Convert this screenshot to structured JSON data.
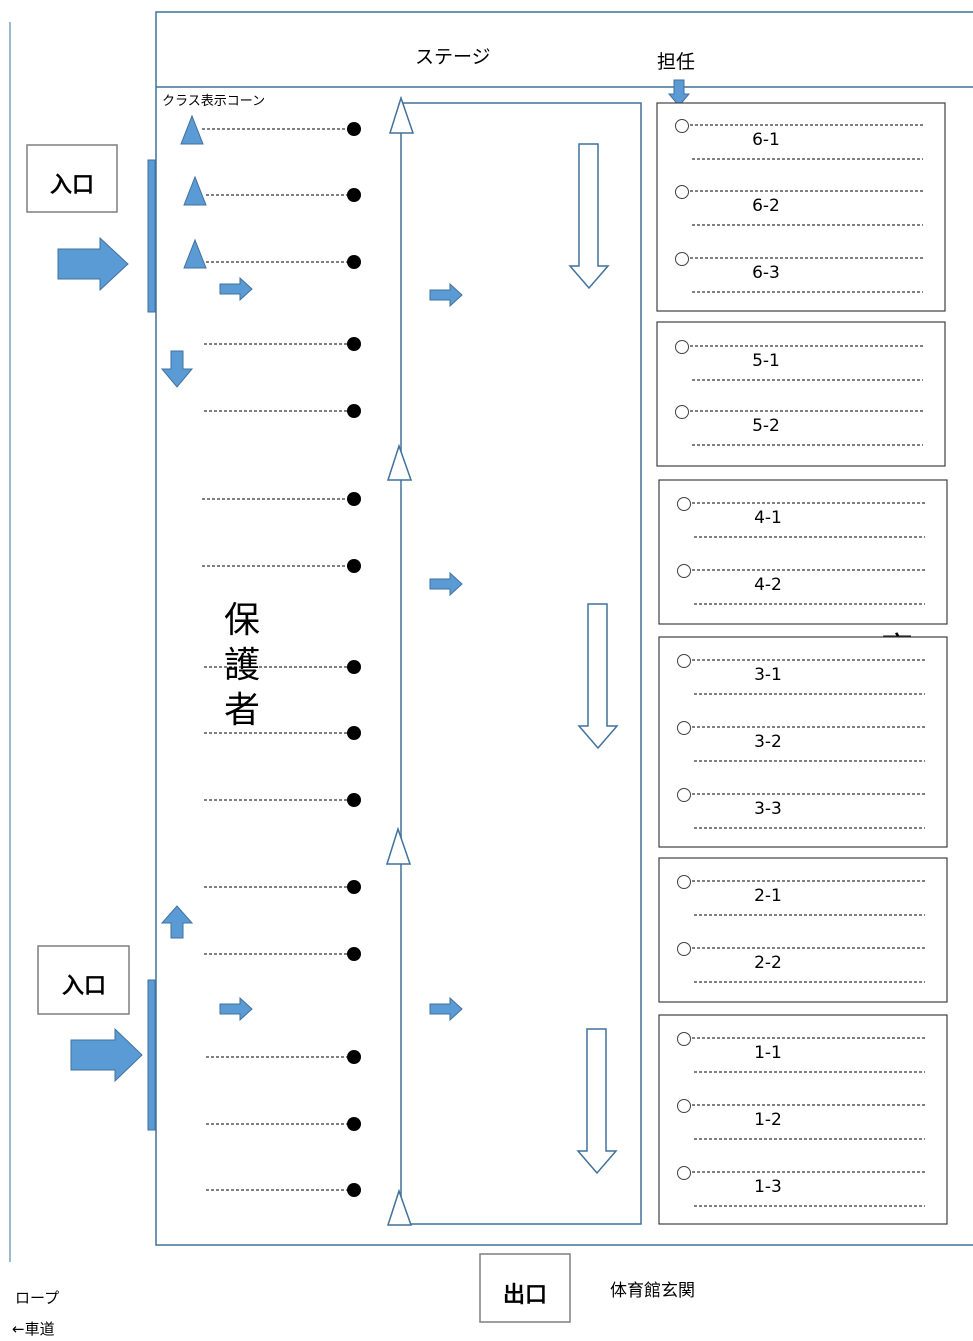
{
  "labels": {
    "stage": "ステージ",
    "teacher": "担任",
    "class_cone": "クラス表示コーン",
    "parents": "保護者",
    "children": "児童",
    "entrance_top": "入口",
    "entrance_bottom": "入口",
    "exit": "出口",
    "gym_entrance": "体育館玄関",
    "rope": "ロープ",
    "road": "←車道"
  },
  "class_groups": [
    {
      "rows": [
        "6-1",
        "6-2",
        "6-3"
      ]
    },
    {
      "rows": [
        "5-1",
        "5-2"
      ]
    },
    {
      "rows": [
        "4-1",
        "4-2"
      ]
    },
    {
      "rows": [
        "3-1",
        "3-2",
        "3-3"
      ]
    },
    {
      "rows": [
        "2-1",
        "2-2"
      ]
    },
    {
      "rows": [
        "1-1",
        "1-2",
        "1-3"
      ]
    }
  ],
  "parent_row_count": 16,
  "colors": {
    "line_blue": "#41719c",
    "arrow_fill": "#5b9bd5",
    "arrow_stroke": "#41719c",
    "box_border": "#404040",
    "dash": "#000000"
  }
}
